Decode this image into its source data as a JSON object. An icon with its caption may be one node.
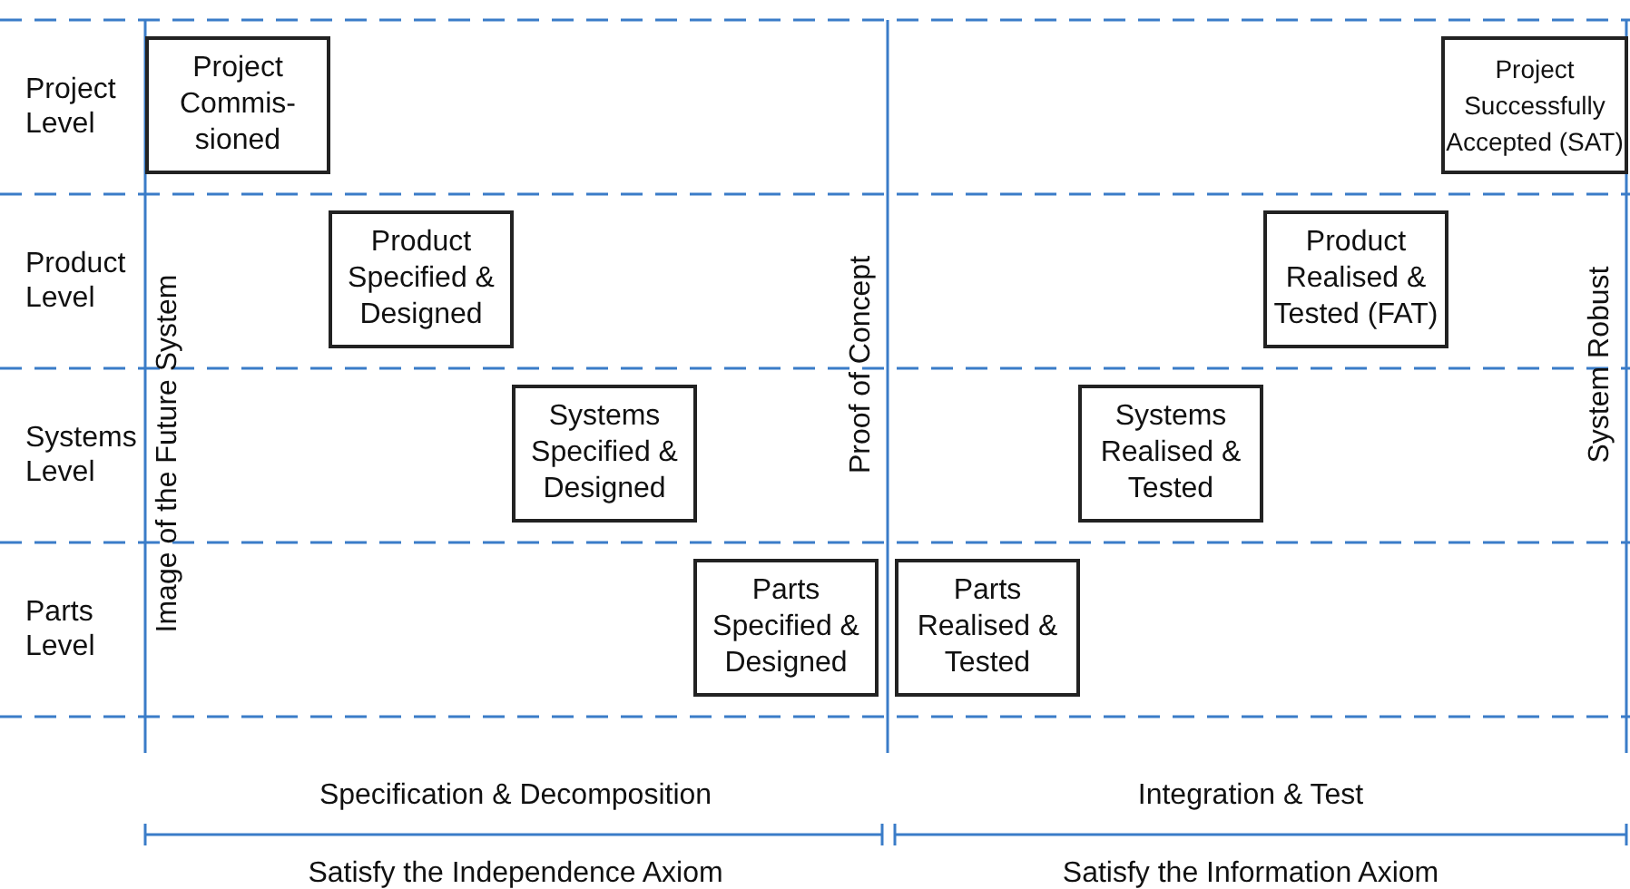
{
  "diagram": {
    "nodes": [
      {
        "text": [
          "Project Commis- sioned"
        ]
      },
      {
        "text": [
          "Product Specified & Designed"
        ]
      },
      {
        "text": [
          "Systems Specified & Designed"
        ]
      },
      {
        "text": [
          "Parts Specified & Designed"
        ]
      },
      {
        "text": [
          "Parts Realised & Tested"
        ]
      },
      {
        "text": [
          "Systems Realised & Tested"
        ]
      },
      {
        "text": [
          "Product Realised & Tested (FAT)"
        ]
      },
      {
        "text": [
          "Project Successfully Accepted (SAT)"
        ]
      }
    ],
    "labels": [
      "Project Level",
      "Product Level",
      "Systems Level",
      "Parts Level",
      "Image of the Future System",
      "Proof of Concept",
      "System Robust",
      "Specification & Decomposition",
      "Integration & Test",
      "Satisfy the Independence Axiom",
      "Satisfy the Information Axiom"
    ]
  }
}
